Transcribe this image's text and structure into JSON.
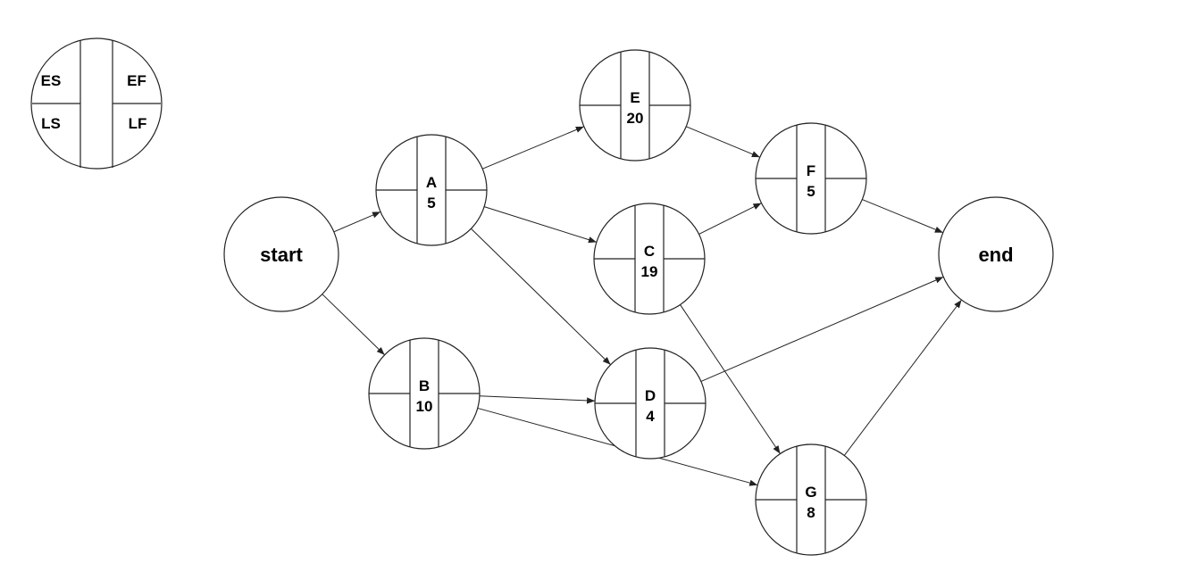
{
  "legend": {
    "es": "ES",
    "ef": "EF",
    "ls": "LS",
    "lf": "LF"
  },
  "nodes": [
    {
      "id": "start",
      "label": "start",
      "duration": ""
    },
    {
      "id": "A",
      "label": "A",
      "duration": "5"
    },
    {
      "id": "B",
      "label": "B",
      "duration": "10"
    },
    {
      "id": "E",
      "label": "E",
      "duration": "20"
    },
    {
      "id": "C",
      "label": "C",
      "duration": "19"
    },
    {
      "id": "D",
      "label": "D",
      "duration": "4"
    },
    {
      "id": "F",
      "label": "F",
      "duration": "5"
    },
    {
      "id": "G",
      "label": "G",
      "duration": "8"
    },
    {
      "id": "end",
      "label": "end",
      "duration": ""
    }
  ],
  "edges": [
    {
      "from": "start",
      "to": "A"
    },
    {
      "from": "start",
      "to": "B"
    },
    {
      "from": "A",
      "to": "E"
    },
    {
      "from": "A",
      "to": "C"
    },
    {
      "from": "A",
      "to": "D"
    },
    {
      "from": "B",
      "to": "D"
    },
    {
      "from": "B",
      "to": "G"
    },
    {
      "from": "E",
      "to": "F"
    },
    {
      "from": "C",
      "to": "F"
    },
    {
      "from": "C",
      "to": "G"
    },
    {
      "from": "F",
      "to": "end"
    },
    {
      "from": "D",
      "to": "end"
    },
    {
      "from": "G",
      "to": "end"
    }
  ]
}
